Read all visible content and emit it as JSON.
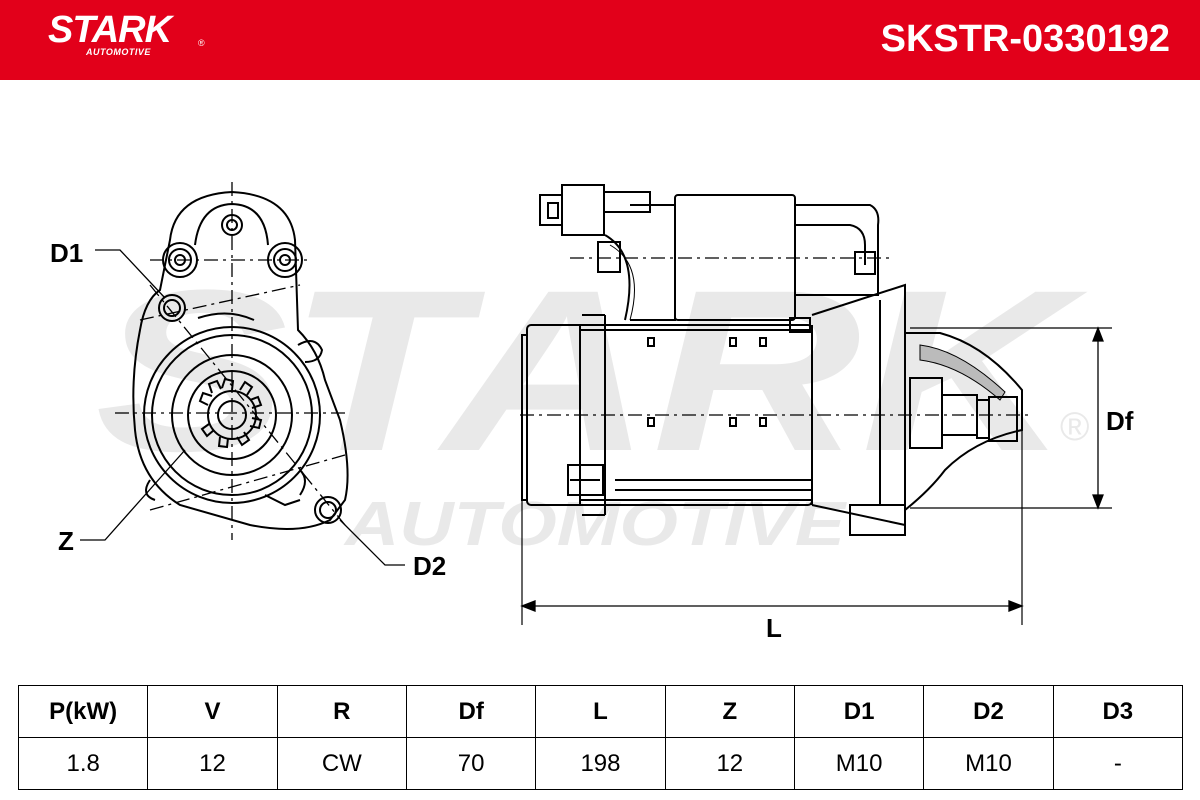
{
  "header": {
    "brand": "STARK",
    "brand_sub": "AUTOMOTIVE",
    "registered": "®",
    "part_number": "SKSTR-0330192",
    "color": "#e2001a"
  },
  "watermark": {
    "main": "STARK",
    "sub": "AUTOMOTIVE",
    "registered": "®"
  },
  "labels": {
    "d1": "D1",
    "z": "Z",
    "d2": "D2",
    "df": "Df",
    "l": "L"
  },
  "specs": {
    "headers": [
      "P(kW)",
      "V",
      "R",
      "Df",
      "L",
      "Z",
      "D1",
      "D2",
      "D3"
    ],
    "values": [
      "1.8",
      "12",
      "CW",
      "70",
      "198",
      "12",
      "M10",
      "M10",
      "-"
    ]
  }
}
